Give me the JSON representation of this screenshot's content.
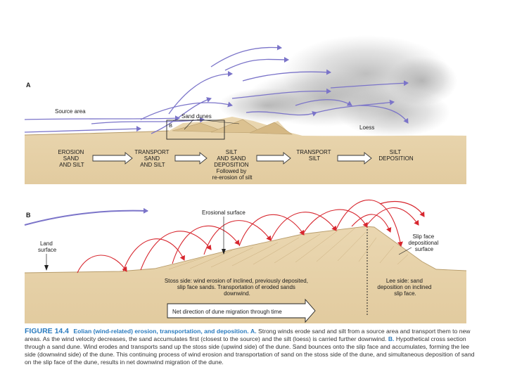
{
  "panel_a": {
    "letter": "A",
    "source_area": "Source area",
    "sand_dunes": "Sand dunes",
    "inset_letter": "B",
    "loess": "Loess",
    "flow_steps": [
      [
        "EROSION",
        "SAND",
        "AND SILT"
      ],
      [
        "TRANSPORT",
        "SAND",
        "AND SILT"
      ],
      [
        "SILT",
        "AND SAND",
        "DEPOSITION",
        "Followed by",
        "re-erosion of silt"
      ],
      [
        "TRANSPORT",
        "SILT"
      ],
      [
        "SILT",
        "DEPOSITION"
      ]
    ]
  },
  "panel_b": {
    "letter": "B",
    "erosional_surface": "Erosional surface",
    "land_surface": [
      "Land",
      "surface"
    ],
    "slip_face": [
      "Slip face",
      "depositional",
      "surface"
    ],
    "stoss_side": [
      "Stoss side: wind erosion of inclined, previously deposited,",
      "slip face sands. Transportation of eroded sands",
      "downwind."
    ],
    "lee_side": [
      "Lee side: sand",
      "deposition on inclined",
      "slip face."
    ],
    "migration": "Net direction of dune migration through time"
  },
  "caption": {
    "number": "FIGURE 14.4",
    "title": "Eolian (wind-related) erosion, transportation, and deposition.",
    "part_a_label": "A.",
    "part_a_text": "Strong winds erode sand and silt from a source area and transport them to new areas. As the wind velocity decreases, the sand accumulates first (closest to the source) and the silt (loess) is carried further downwind.",
    "part_b_label": "B.",
    "part_b_text": "Hypothetical cross section through a sand dune. Wind erodes and transports sand up the stoss side (upwind side) of the dune. Sand bounces onto the slip face and accumulates, forming the lee side (downwind side) of the dune. This continuing process of wind erosion and transportation of sand on the stoss side of the dune, and simultaneous deposition of sand on the slip face of the dune, results in net downwind migration of the dune."
  },
  "colors": {
    "wind": "#7b74c9",
    "saltation": "#d7262e",
    "sand": "#e9d6b0",
    "caption_accent": "#2a7bbf"
  }
}
